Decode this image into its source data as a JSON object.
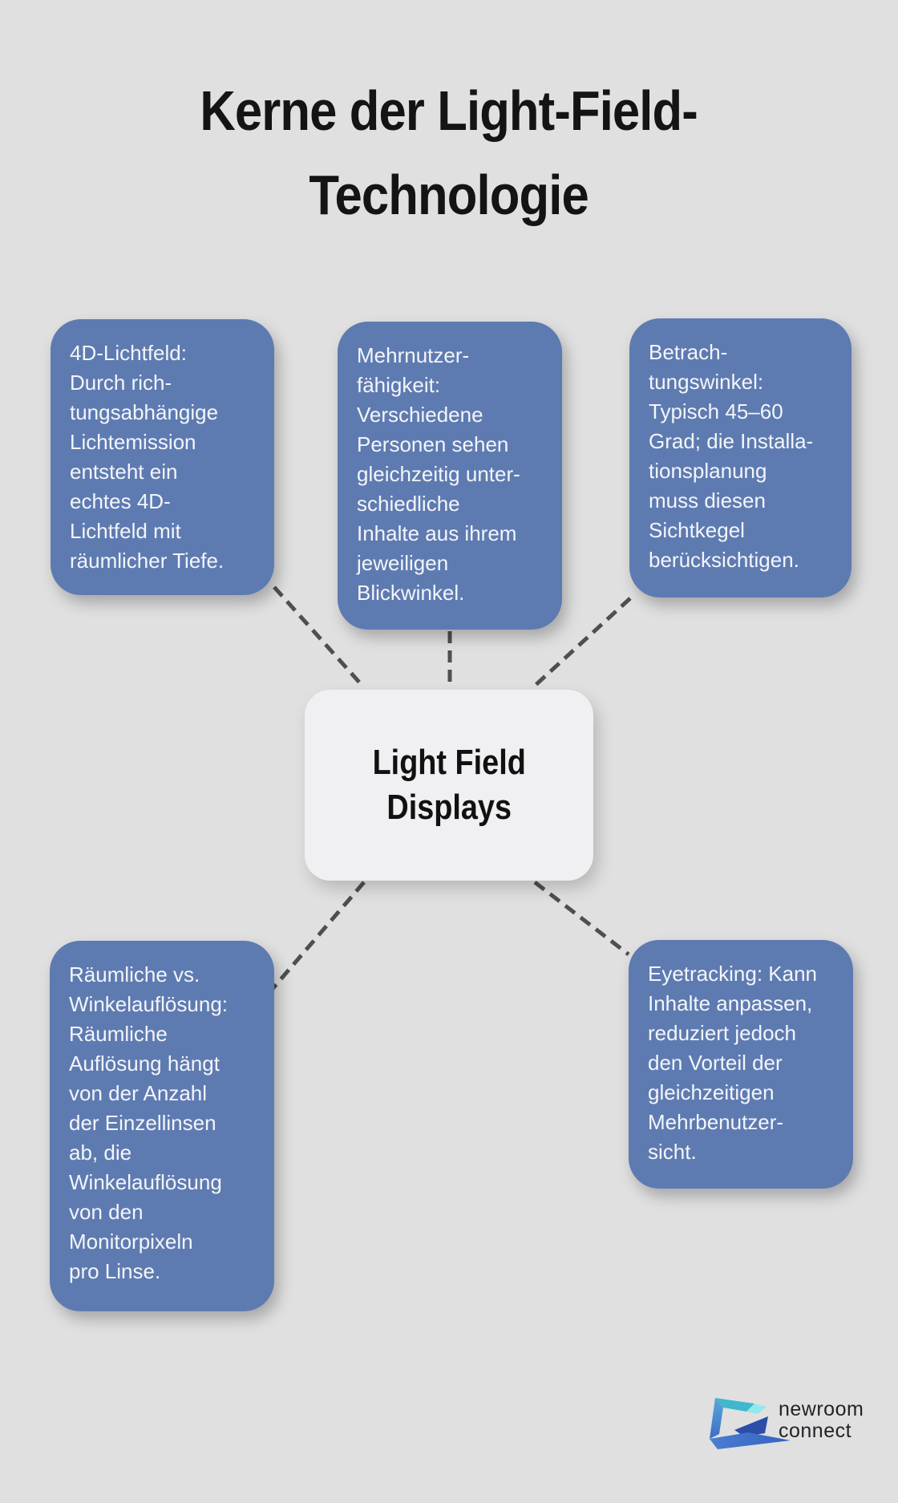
{
  "title": "Kerne der Light-Field-\nTechnologie",
  "center": {
    "label": "Light Field\nDisplays"
  },
  "nodes": [
    {
      "id": "4d-lichtfeld",
      "text": "4D-Lichtfeld:\nDurch rich-\ntungsabhängige\nLichtemission\nentsteht ein\nechtes 4D-\nLichtfeld mit\nräumlicher Tiefe."
    },
    {
      "id": "mehrnutzerfaehigkeit",
      "text": "Mehrnutzer-\nfähigkeit:\nVerschiedene\nPersonen sehen\ngleichzeitig unter-\nschiedliche\nInhalte aus ihrem\njeweiligen\nBlickwinkel."
    },
    {
      "id": "betrachtungswinkel",
      "text": "Betrach-\ntungswinkel:\nTypisch 45–60\nGrad; die Installa-\ntionsplanung\nmuss diesen\nSichtkegel\nberücksichtigen."
    },
    {
      "id": "raeumliche-vs-winkelaufloesung",
      "text": "Räumliche vs.\nWinkelauflösung:\nRäumliche\nAuflösung hängt\nvon der Anzahl\nder Einzellinsen\nab, die\nWinkelauflösung\nvon den\nMonitorpixeln\npro Linse."
    },
    {
      "id": "eyetracking",
      "text": "Eyetracking: Kann\nInhalte anpassen,\nreduziert jedoch\nden Vorteil der\ngleichzeitigen\nMehrbenutzer-\nsicht."
    }
  ],
  "logo": {
    "line1": "newroom",
    "line2": "connect"
  },
  "colors": {
    "background": "#e0e0e0",
    "node_fill": "#5e7bb1",
    "node_text": "#f3f5f9",
    "center_fill": "#f0f0f2",
    "center_text": "#111111",
    "title_text": "#141414",
    "connector": "#4f4f4f",
    "logo_teal": "#3fb8cc",
    "logo_cyan": "#8fe9ed",
    "logo_blue": "#4a7ed2",
    "logo_navy": "#2c4da8",
    "logo_text": "#222228"
  }
}
